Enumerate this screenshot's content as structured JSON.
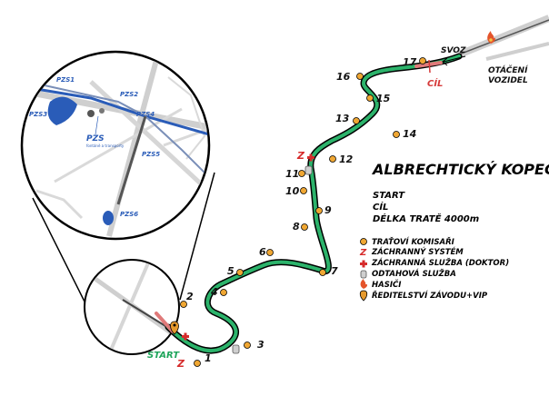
{
  "title": "ALBRECHTICKÝ KOPEC",
  "info": {
    "start": "START",
    "finish": "CÍL",
    "length": "DÉLKA TRATĚ 4000m"
  },
  "legend": [
    {
      "icon": "marshal-dot-icon",
      "label": "TRAŤOVÍ KOMISAŘI"
    },
    {
      "icon": "rescue-z-icon",
      "label": "ZÁCHRANNÝ SYSTÉM"
    },
    {
      "icon": "medical-cross-icon",
      "label": "ZÁCHRANNÁ SLUŽBA (DOKTOR)"
    },
    {
      "icon": "tow-hook-icon",
      "label": "ODTAHOVÁ SLUŽBA"
    },
    {
      "icon": "fire-icon",
      "label": "HASIČI"
    },
    {
      "icon": "location-pin-icon",
      "label": "ŘEDITELSTVÍ ZÁVODU+VIP"
    }
  ],
  "track_labels": {
    "start": "START",
    "finish": "CÍL",
    "descent": "SVOZ",
    "turnaround_1": "OTÁČENÍ",
    "turnaround_2": "VOZIDEL"
  },
  "marshal_posts": [
    "1",
    "2",
    "3",
    "4",
    "5",
    "6",
    "7",
    "8",
    "9",
    "10",
    "11",
    "12",
    "13",
    "14",
    "15",
    "16",
    "17"
  ],
  "inset": {
    "pz1": "PZS1",
    "pz2": "PZS2",
    "pz3": "PZS3",
    "pz4": "PZS4",
    "pz5": "PZS5",
    "pz6": "PZS6",
    "pzs_big": "PZS",
    "pzs_small": "fontáně a transporty"
  },
  "colors": {
    "track": "#2cb36b",
    "start_zone": "#e07a7a",
    "marshal": "#f0a733",
    "rescue": "#d62b2b",
    "parking": "#2a5cb8"
  }
}
